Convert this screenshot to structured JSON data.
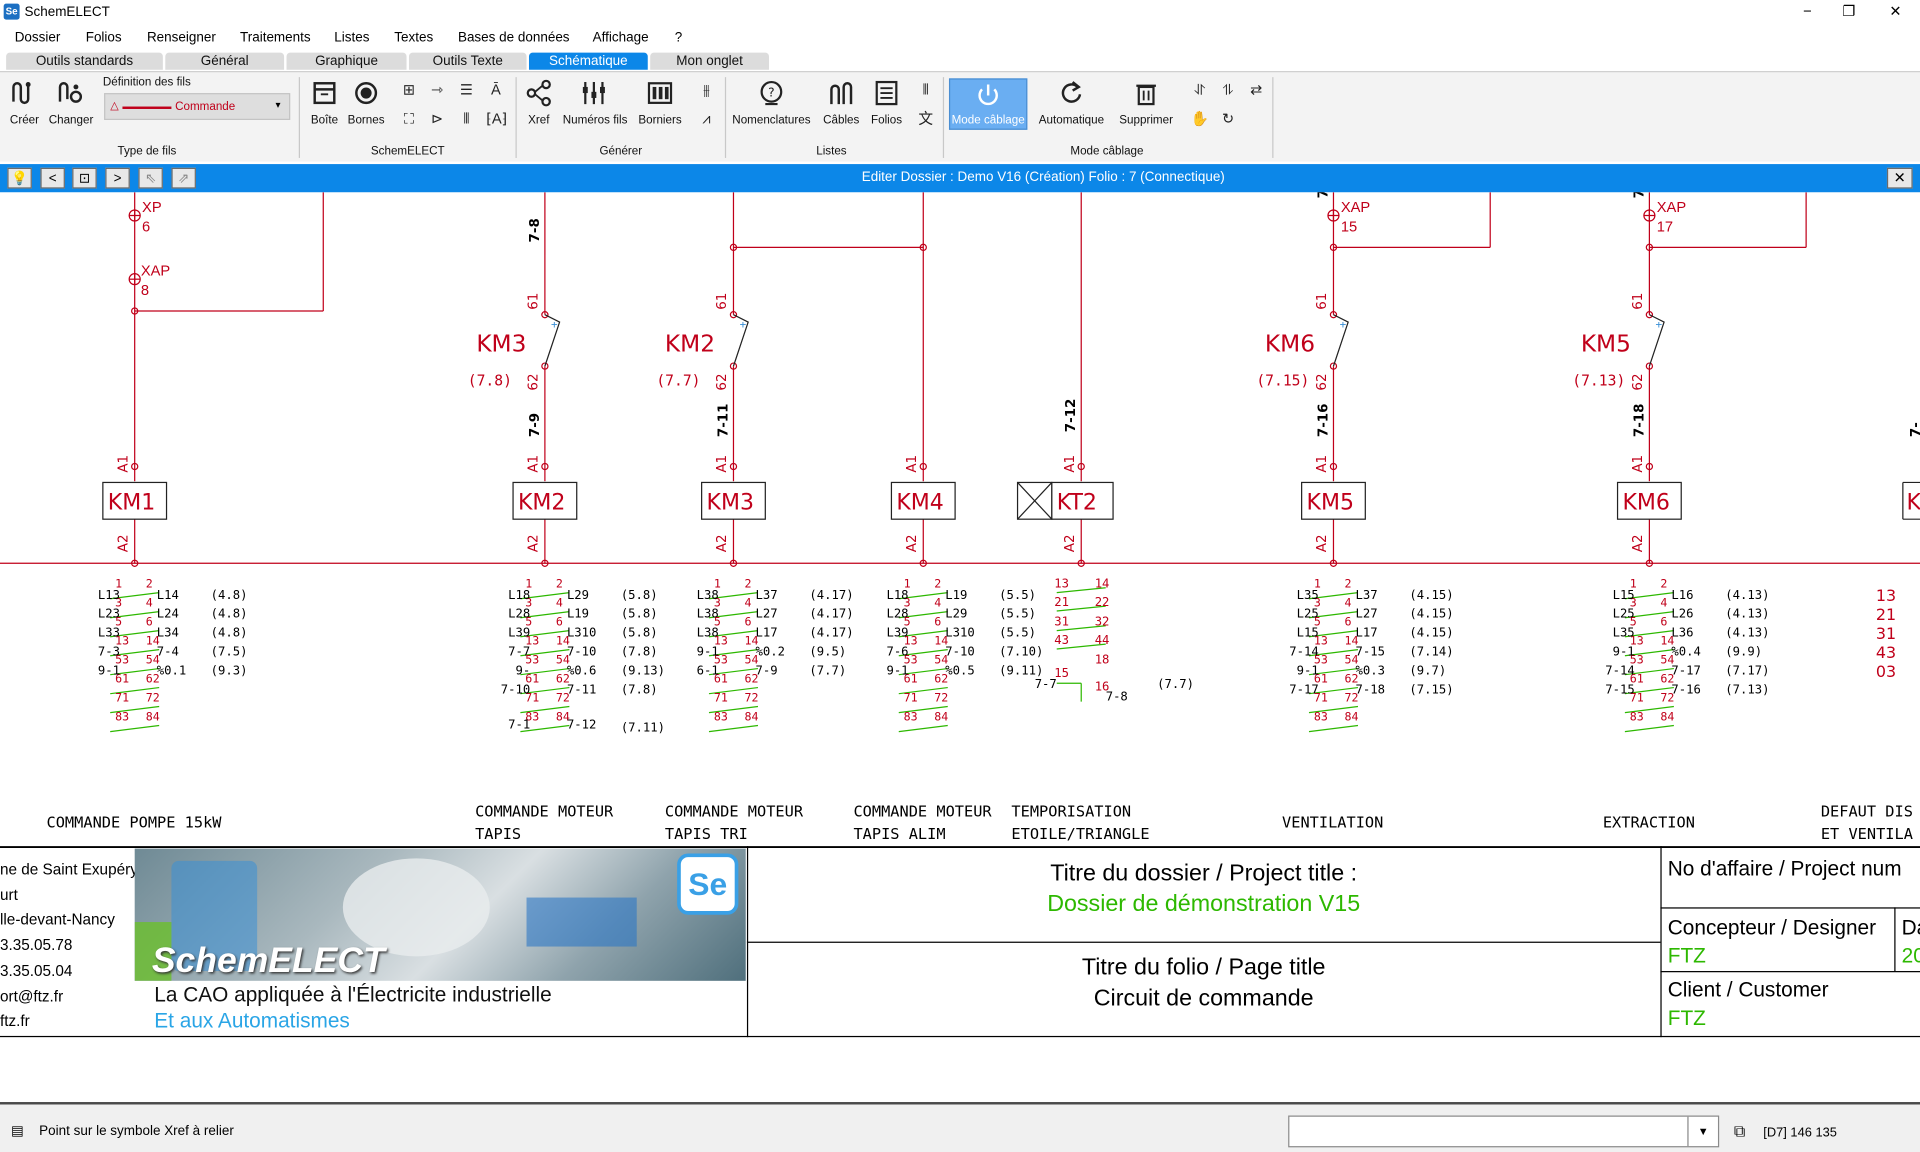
{
  "window": {
    "title": "SchemELECT",
    "logo": "Se",
    "minimize": "−",
    "maximize": "❐",
    "close": "✕"
  },
  "menu": [
    "Dossier",
    "Folios",
    "Renseigner",
    "Traitements",
    "Listes",
    "Textes",
    "Bases de données",
    "Affichage",
    "?"
  ],
  "tabs": [
    {
      "label": "Outils standards",
      "active": false
    },
    {
      "label": "Général",
      "active": false
    },
    {
      "label": "Graphique",
      "active": false
    },
    {
      "label": "Outils Texte",
      "active": false
    },
    {
      "label": "Schématique",
      "active": true
    },
    {
      "label": "Mon onglet",
      "active": false
    }
  ],
  "ribbon": {
    "type_de_fils": {
      "group": "Type de fils",
      "creer": "Créer",
      "changer": "Changer",
      "def_label": "Définition des fils",
      "def_value": "Commande",
      "def_symbol": "△"
    },
    "schemelect": {
      "group": "SchemELECT",
      "boite": "Boîte",
      "bornes": "Bornes"
    },
    "generer": {
      "group": "Générer",
      "xref": "Xref",
      "numeros": "Numéros fils",
      "borniers": "Borniers"
    },
    "listes": {
      "group": "Listes",
      "nomenclatures": "Nomenclatures",
      "cables": "Câbles",
      "folios": "Folios"
    },
    "cablage": {
      "group": "Mode câblage",
      "mode": "Mode câblage",
      "auto": "Automatique",
      "supprimer": "Supprimer"
    }
  },
  "editor": {
    "title": "Editer  Dossier : Demo V16  (Création)  Folio : 7  (Connectique)",
    "close": "✕"
  },
  "schematic": {
    "top": [
      {
        "ref": "XP",
        "num": "6"
      },
      {
        "ref": "XAP",
        "num": "8"
      },
      {
        "ref": "XAP",
        "num": "15"
      },
      {
        "ref": "XAP",
        "num": "17"
      }
    ],
    "wires": [
      "7-8",
      "7-9",
      "7-11",
      "7-12",
      "7-16",
      "7-18",
      "7-"
    ],
    "contacts": [
      {
        "name": "KM3",
        "ref": "(7.8)"
      },
      {
        "name": "KM2",
        "ref": "(7.7)"
      },
      {
        "name": "KM6",
        "ref": "(7.15)"
      },
      {
        "name": "KM5",
        "ref": "(7.13)"
      }
    ],
    "coils": [
      "KM1",
      "KM2",
      "KM3",
      "KM4",
      "KT2",
      "KM5",
      "KM6"
    ],
    "pins": {
      "a1": "A1",
      "a2": "A2",
      "c61": "61",
      "c62": "62"
    },
    "xref_blocks": [
      {
        "left": [
          "L13",
          "L23",
          "L33",
          "7-3",
          "9-1"
        ],
        "right": [
          "L14",
          "L24",
          "L34",
          "7-4",
          "%0.1"
        ],
        "refs": [
          "(4.8)",
          "(4.8)",
          "(4.8)",
          "(7.5)",
          "(9.3)"
        ]
      },
      {
        "left": [
          "L18",
          "L28",
          "L39",
          "7-7",
          "9-",
          "7-10"
        ],
        "right": [
          "L29",
          "L19",
          "L310",
          "7-10",
          "%0.6",
          "7-11"
        ],
        "extra": [
          "7-1",
          "7-12"
        ],
        "refs": [
          "(5.8)",
          "(5.8)",
          "(5.8)",
          "(7.8)",
          "(9.13)",
          "(7.8)",
          "(7.11)"
        ]
      },
      {
        "left": [
          "L38",
          "L38",
          "L38",
          "9-1",
          "6-1"
        ],
        "right": [
          "L37",
          "L27",
          "L17",
          "%0.2",
          "7-9"
        ],
        "refs": [
          "(4.17)",
          "(4.17)",
          "(4.17)",
          "(9.5)",
          "(7.7)"
        ]
      },
      {
        "left": [
          "L18",
          "L28",
          "L39",
          "7-6",
          "9-1"
        ],
        "right": [
          "L19",
          "L29",
          "L310",
          "7-10",
          "%0.5"
        ],
        "refs": [
          "(5.5)",
          "(5.5)",
          "(5.5)",
          "(7.10)",
          "(9.11)"
        ]
      },
      {
        "left": [
          "7-7"
        ],
        "right": [
          "7-8"
        ],
        "refs": [
          "(7.7)"
        ]
      },
      {
        "left": [
          "L35",
          "L25",
          "L15",
          "7-14",
          "9-1",
          "7-17"
        ],
        "right": [
          "L37",
          "L27",
          "L17",
          "7-15",
          "%0.3",
          "7-18"
        ],
        "refs": [
          "(4.15)",
          "(4.15)",
          "(4.15)",
          "(7.14)",
          "(9.7)",
          "(7.15)"
        ]
      },
      {
        "left": [
          "L15",
          "L25",
          "L35",
          "9-1",
          "7-14",
          "7-15"
        ],
        "right": [
          "L16",
          "L26",
          "L36",
          "%0.4",
          "7-17",
          "7-16"
        ],
        "refs": [
          "(4.13)",
          "(4.13)",
          "(4.13)",
          "(9.9)",
          "(7.17)",
          "(7.13)"
        ]
      }
    ],
    "kt2_nums": [
      "13",
      "14",
      "21",
      "22",
      "31",
      "32",
      "43",
      "44",
      "15",
      "16",
      "18"
    ],
    "right_nums": [
      "13",
      "21",
      "31",
      "43",
      "03"
    ],
    "captions": [
      {
        "l1": "COMMANDE POMPE 15kW",
        "l2": ""
      },
      {
        "l1": "COMMANDE MOTEUR",
        "l2": "TAPIS"
      },
      {
        "l1": "COMMANDE MOTEUR",
        "l2": "TAPIS TRI"
      },
      {
        "l1": "COMMANDE MOTEUR",
        "l2": "TAPIS ALIM"
      },
      {
        "l1": "TEMPORISATION",
        "l2": "ETOILE/TRIANGLE"
      },
      {
        "l1": "VENTILATION",
        "l2": ""
      },
      {
        "l1": "EXTRACTION",
        "l2": ""
      },
      {
        "l1": "DEFAUT DIS",
        "l2": "ET VENTILA"
      }
    ]
  },
  "cartouche": {
    "address": [
      "ne de Saint Exupéry",
      "urt",
      "lle-devant-Nancy",
      "3.35.05.78",
      "3.35.05.04",
      "ort@ftz.fr",
      "ftz.fr"
    ],
    "banner_brand": "SchemELECT",
    "banner_logo": "Se",
    "banner_line1": "La CAO appliquée à l'Électricite industrielle",
    "banner_line2": "Et aux Automatismes",
    "project_label": "Titre du dossier / Project title :",
    "project_value": "Dossier de démonstration V15",
    "page_label": "Titre du folio / Page title",
    "page_value": "Circuit de commande",
    "affaire_label": "No d'affaire / Project num",
    "designer_label": "Concepteur / Designer",
    "designer_value": "FTZ",
    "client_label": "Client / Customer",
    "client_value": "FTZ",
    "date_label": "Da",
    "date_value": "20"
  },
  "status": {
    "message": "Point sur le symbole Xref à relier",
    "coords": "[D7]  146  135"
  },
  "colors": {
    "accent": "#0c87e8",
    "wire": "#c0001a",
    "green": "#2db800",
    "pin": "#c0001a"
  }
}
